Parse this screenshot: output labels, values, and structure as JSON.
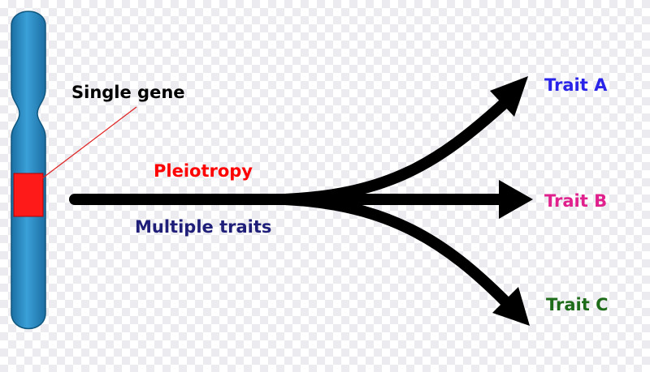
{
  "labels": {
    "single_gene": "Single gene",
    "pleiotropy": "Pleiotropy",
    "multiple_traits": "Multiple traits",
    "trait_a": "Trait A",
    "trait_b": "Trait B",
    "trait_c": "Trait C"
  },
  "colors": {
    "single_gene": "#000000",
    "pleiotropy": "#ff0000",
    "multiple_traits": "#1f1f7a",
    "trait_a": "#2a24e8",
    "trait_b": "#e0208c",
    "trait_c": "#1e6b1a",
    "chromosome": "#2b8cc4",
    "gene_band": "#ff1a1a",
    "arrows": "#000000"
  }
}
